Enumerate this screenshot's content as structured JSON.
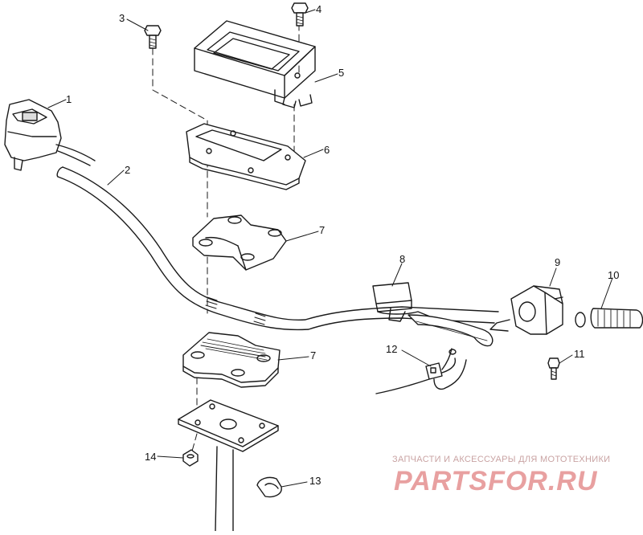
{
  "callouts": {
    "c1": "1",
    "c2": "2",
    "c3": "3",
    "c4": "4",
    "c5": "5",
    "c6": "6",
    "c7a": "7",
    "c7b": "7",
    "c8": "8",
    "c9": "9",
    "c10": "10",
    "c11": "11",
    "c12": "12",
    "c13": "13",
    "c14": "14"
  },
  "watermark": {
    "caption": "ЗАПЧАСТИ И АКСЕССУАРЫ ДЛЯ МОТОТЕХНИКИ",
    "logo": "PARTSFOR.RU",
    "logo_color": "#e8a0a0"
  },
  "colors": {
    "line": "#1a1a1a",
    "paper": "#ffffff"
  }
}
